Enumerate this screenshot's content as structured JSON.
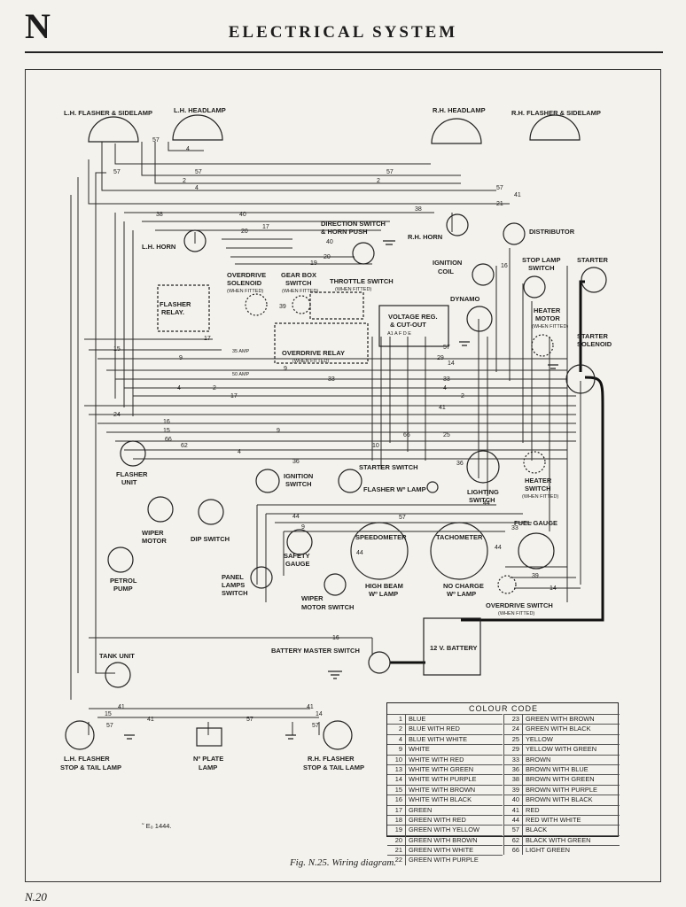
{
  "header": {
    "section_letter": "N",
    "title": "ELECTRICAL SYSTEM"
  },
  "caption": "Fig. N.25.     Wiring diagram.",
  "footer": {
    "page_number": "N.20"
  },
  "drawing_mark": "˜ E₀ 1444.",
  "components": {
    "lh_flasher_sidelamp": "L.H. FLASHER & SIDELAMP",
    "lh_headlamp": "L.H. HEADLAMP",
    "rh_headlamp": "R.H. HEADLAMP",
    "rh_flasher_sidelamp": "R.H. FLASHER & SIDELAMP",
    "direction_switch": "DIRECTION SWITCH",
    "horn_push": "& HORN PUSH",
    "lh_horn": "L.H. HORN",
    "rh_horn": "R.H. HORN",
    "distributor": "DISTRIBUTOR",
    "ignition_coil_1": "IGNITION",
    "ignition_coil_2": "COIL",
    "stop_lamp_switch_1": "STOP LAMP",
    "stop_lamp_switch_2": "SWITCH",
    "starter": "STARTER",
    "overdrive_solenoid_1": "OVERDRIVE",
    "overdrive_solenoid_2": "SOLENOID",
    "when_fitted": "(WHEN FITTED)",
    "gear_box_switch_1": "GEAR BOX",
    "gear_box_switch_2": "SWITCH",
    "throttle_switch": "THROTTLE SWITCH",
    "flasher_relay_1": "FLASHER",
    "flasher_relay_2": "RELAY.",
    "voltage_reg_1": "VOLTAGE REG.",
    "voltage_reg_2": "& CUT-OUT",
    "voltage_reg_terminals": "A1  A  F  D  E",
    "dynamo": "DYNAMO",
    "heater_motor_1": "HEATER",
    "heater_motor_2": "MOTOR",
    "starter_solenoid_1": "STARTER",
    "starter_solenoid_2": "SOLENOID",
    "overdrive_relay": "OVERDRIVE RELAY",
    "flasher_unit_1": "FLASHER",
    "flasher_unit_2": "UNIT",
    "ignition_switch_1": "IGNITION",
    "ignition_switch_2": "SWITCH",
    "starter_switch": "STARTER SWITCH",
    "flasher_wlamp": "FLASHER Wº LAMP",
    "lighting_switch_1": "LIGHTING",
    "lighting_switch_2": "SWITCH",
    "heater_switch_1": "HEATER",
    "heater_switch_2": "SWITCH",
    "wiper_motor_1": "WIPER",
    "wiper_motor_2": "MOTOR",
    "dip_switch": "DIP SWITCH",
    "safety_gauge_1": "SAFETY",
    "safety_gauge_2": "GAUGE",
    "speedometer": "SPEEDOMETER",
    "tachometer": "TACHOMETER",
    "fuel_gauge": "FUEL GAUGE",
    "petrol_pump_1": "PETROL",
    "petrol_pump_2": "PUMP",
    "panel_lamps_switch_1": "PANEL",
    "panel_lamps_switch_2": "LAMPS",
    "panel_lamps_switch_3": "SWITCH",
    "wiper_motor_switch_1": "WIPER",
    "wiper_motor_switch_2": "MOTOR SWITCH",
    "high_beam_1": "HIGH BEAM",
    "high_beam_2": "Wº LAMP",
    "no_charge_1": "NO CHARGE",
    "no_charge_2": "Wº LAMP",
    "overdrive_switch": "OVERDRIVE SWITCH",
    "tank_unit": "TANK UNIT",
    "battery_master_switch": "BATTERY MASTER SWITCH",
    "battery": "12 V. BATTERY",
    "lh_flasher_stop_1": "L.H. FLASHER",
    "lh_flasher_stop_2": "STOP & TAIL LAMP",
    "no_plate_1": "Nº PLATE",
    "no_plate_2": "LAMP",
    "rh_flasher_stop_1": "R.H. FLASHER",
    "rh_flasher_stop_2": "STOP & TAIL LAMP",
    "fuse_35": "35 AMP",
    "fuse_50": "50 AMP"
  },
  "colour_code": {
    "title": "COLOUR   CODE",
    "left": [
      {
        "code": "1",
        "colour": "BLUE"
      },
      {
        "code": "2",
        "colour": "BLUE WITH RED"
      },
      {
        "code": "4",
        "colour": "BLUE WITH WHITE"
      },
      {
        "code": "9",
        "colour": "WHITE"
      },
      {
        "code": "10",
        "colour": "WHITE WITH RED"
      },
      {
        "code": "13",
        "colour": "WHITE WITH GREEN"
      },
      {
        "code": "14",
        "colour": "WHITE WITH PURPLE"
      },
      {
        "code": "15",
        "colour": "WHITE WITH BROWN"
      },
      {
        "code": "16",
        "colour": "WHITE WITH BLACK"
      },
      {
        "code": "17",
        "colour": "GREEN"
      },
      {
        "code": "18",
        "colour": "GREEN WITH RED"
      },
      {
        "code": "19",
        "colour": "GREEN WITH YELLOW"
      },
      {
        "code": "20",
        "colour": "GREEN WITH BROWN"
      },
      {
        "code": "21",
        "colour": "GREEN WITH WHITE"
      },
      {
        "code": "22",
        "colour": "GREEN WITH PURPLE"
      }
    ],
    "right": [
      {
        "code": "23",
        "colour": "GREEN WITH BROWN"
      },
      {
        "code": "24",
        "colour": "GREEN WITH BLACK"
      },
      {
        "code": "25",
        "colour": "YELLOW"
      },
      {
        "code": "29",
        "colour": "YELLOW WITH GREEN"
      },
      {
        "code": "33",
        "colour": "BROWN"
      },
      {
        "code": "36",
        "colour": "BROWN WITH BLUE"
      },
      {
        "code": "38",
        "colour": "BROWN WITH GREEN"
      },
      {
        "code": "39",
        "colour": "BROWN WITH PURPLE"
      },
      {
        "code": "40",
        "colour": "BROWN WITH BLACK"
      },
      {
        "code": "41",
        "colour": "RED"
      },
      {
        "code": "44",
        "colour": "RED WITH WHITE"
      },
      {
        "code": "57",
        "colour": "BLACK"
      },
      {
        "code": "62",
        "colour": "BLACK WITH GREEN"
      },
      {
        "code": "66",
        "colour": "LIGHT GREEN"
      }
    ]
  }
}
